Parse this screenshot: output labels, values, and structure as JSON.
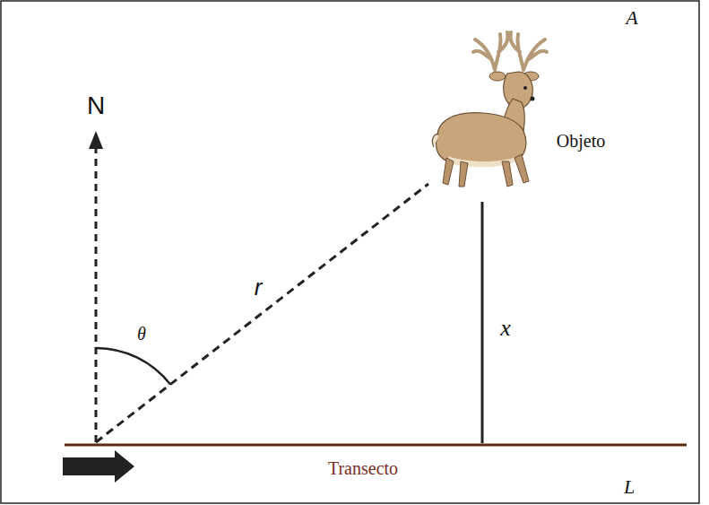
{
  "diagram": {
    "labels": [
      "A",
      "N",
      "Objeto",
      "r",
      "θ",
      "x",
      "Transecto",
      "L"
    ]
  }
}
